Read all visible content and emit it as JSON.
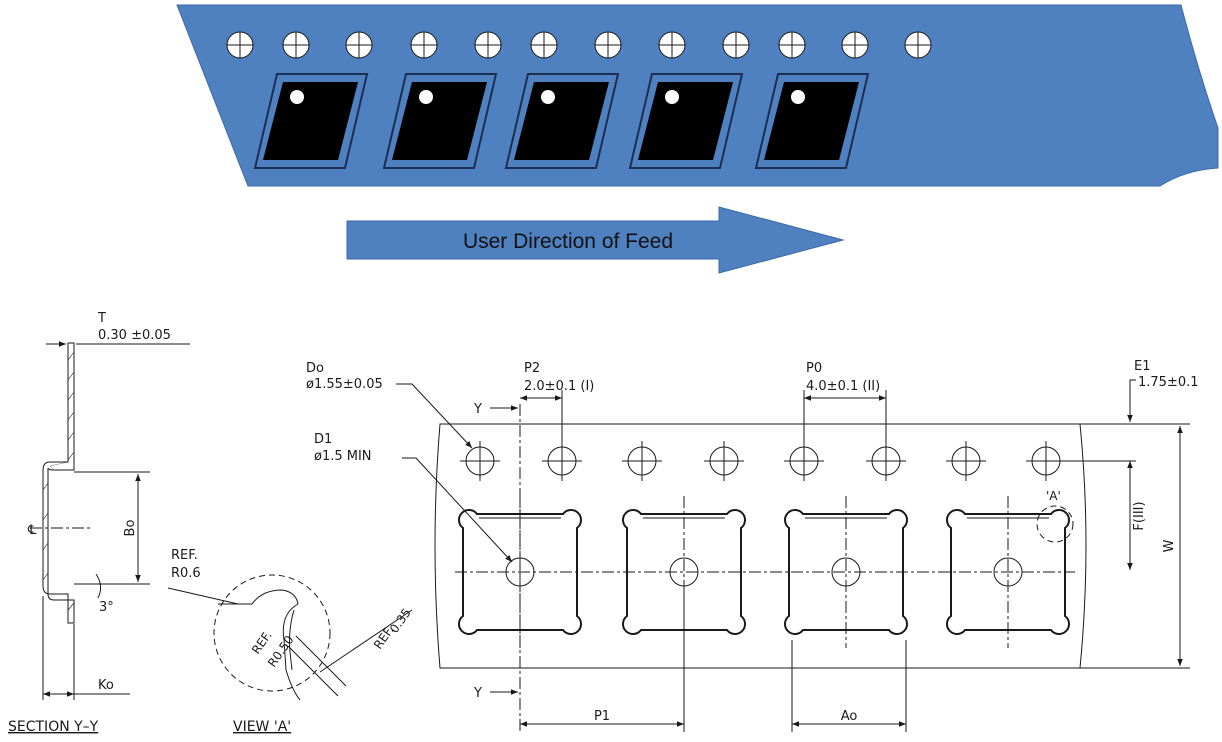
{
  "colors": {
    "tape": "#4f80c0",
    "tape_edge": "#3a6aa8",
    "pocket": "#000000",
    "pocket_outline": "#1c2f52",
    "arrow": "#4f80c0",
    "line": "#1a1a1a"
  },
  "feed_arrow": {
    "label": "User Direction of Feed"
  },
  "section": {
    "title": "SECTION Y–Y",
    "t_label": "T",
    "t_value": "0.30 ±0.05",
    "bo_label": "Bo",
    "ko_label": "Ko",
    "angle_label": "3°",
    "centerline_label": "℄"
  },
  "view_a": {
    "title": "VIEW 'A'",
    "ref1_line1": "REF.",
    "ref1_line2": "R0.6",
    "ref2_line1": "REF.",
    "ref2_line2": "R0.50",
    "ref3_line1": "REF.",
    "ref3_line2": "0.35"
  },
  "tape_drawing": {
    "do_label": "Do",
    "do_value": "ø1.55±0.05",
    "d1_label": "D1",
    "d1_value": "ø1.5 MIN",
    "p2_label": "P2",
    "p2_value": "2.0±0.1 (I)",
    "p0_label": "P0",
    "p0_value": "4.0±0.1 (II)",
    "e1_label": "E1",
    "e1_value": "1.75±0.1",
    "f_label": "F(III)",
    "w_label": "W",
    "p1_label": "P1",
    "ao_label": "Ao",
    "y_top": "Y",
    "y_bottom": "Y",
    "detail_a": "'A'"
  }
}
